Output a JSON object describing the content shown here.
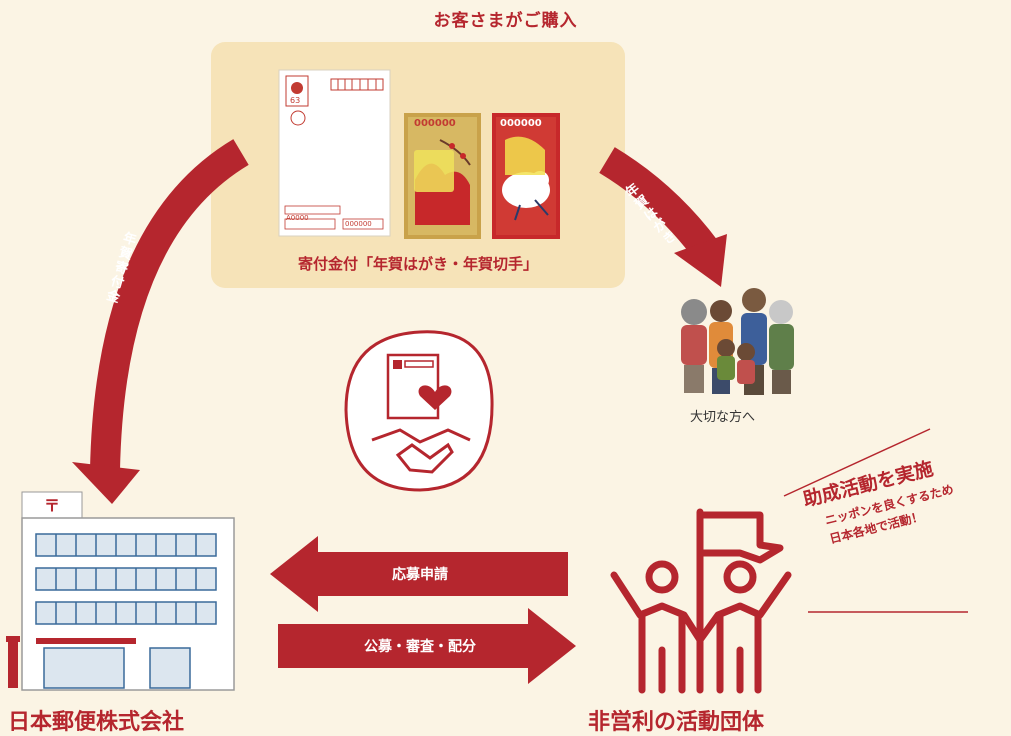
{
  "title_top": "お客さまがご購入",
  "product_caption": "寄付金付「年賀はがき・年賀切手」",
  "arrow_card_label": "年賀はがき",
  "arrow_donation_label": "年賀寄付金",
  "family_caption": "大切な方へ",
  "support": {
    "main": "助成活動を実施",
    "sub1": "ニッポンを良くするため",
    "sub2": "日本各地で活動！"
  },
  "arrow_apply_label": "応募申請",
  "arrow_distribute_label": "公募・審査・配分",
  "japan_post_label": "日本郵便株式会社",
  "npo_label": "非営利の活動団体",
  "postcard": {
    "price": "63",
    "number_text": "000000",
    "code_text": "A0000"
  },
  "stamps": [
    {
      "number_text": "000000"
    },
    {
      "number_text": "000000"
    }
  ],
  "colors": {
    "accent": "#b5262e",
    "background": "#fbf4e4",
    "box": "#f6e3b8"
  },
  "icons": [
    "handshake-heart-icon",
    "building-icon",
    "people-flag-icon",
    "family-icon"
  ]
}
